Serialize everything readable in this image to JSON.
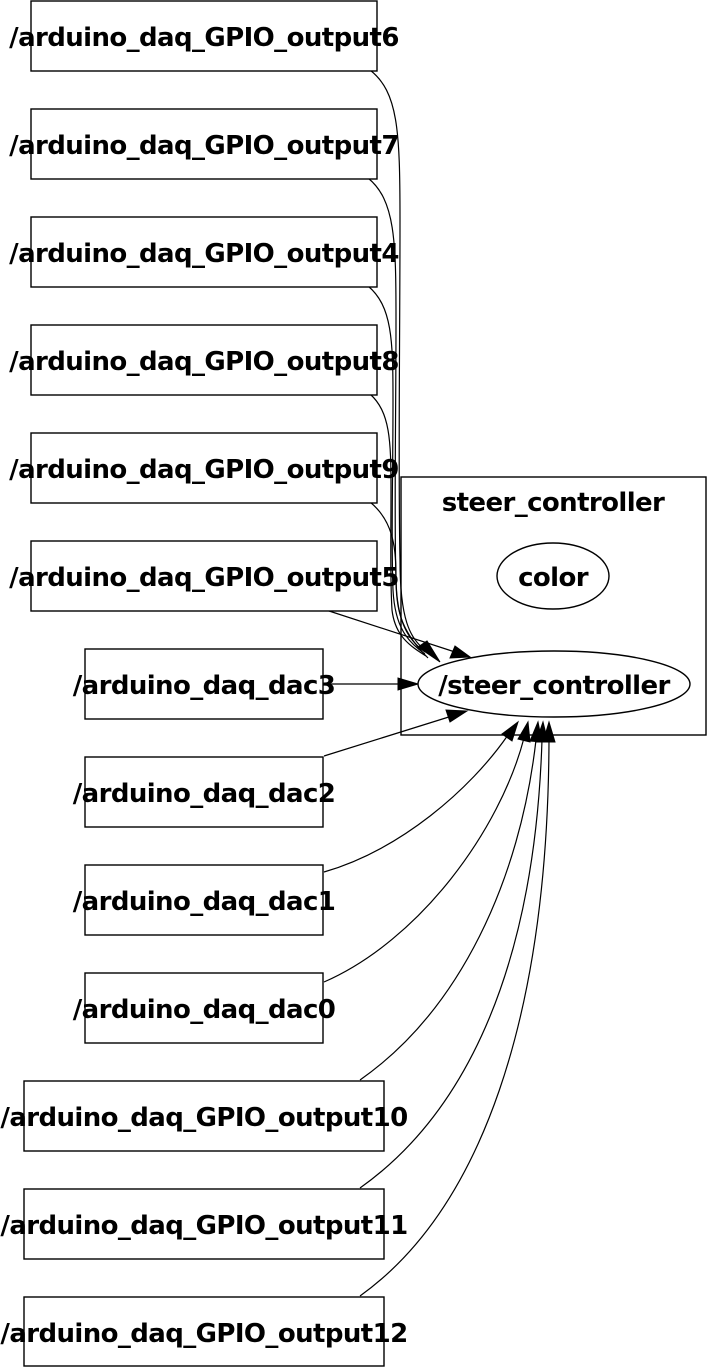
{
  "graph": {
    "cluster": {
      "label": "steer_controller"
    },
    "nodes": {
      "gpio6": "/arduino_daq_GPIO_output6",
      "gpio7": "/arduino_daq_GPIO_output7",
      "gpio4": "/arduino_daq_GPIO_output4",
      "gpio8": "/arduino_daq_GPIO_output8",
      "gpio9": "/arduino_daq_GPIO_output9",
      "gpio5": "/arduino_daq_GPIO_output5",
      "dac3": "/arduino_daq_dac3",
      "dac2": "/arduino_daq_dac2",
      "dac1": "/arduino_daq_dac1",
      "dac0": "/arduino_daq_dac0",
      "gpio10": "/arduino_daq_GPIO_output10",
      "gpio11": "/arduino_daq_GPIO_output11",
      "gpio12": "/arduino_daq_GPIO_output12",
      "color": "color",
      "steer": "/steer_controller"
    },
    "edges": [
      {
        "from": "gpio6",
        "to": "steer"
      },
      {
        "from": "gpio7",
        "to": "steer"
      },
      {
        "from": "gpio4",
        "to": "steer"
      },
      {
        "from": "gpio8",
        "to": "steer"
      },
      {
        "from": "gpio9",
        "to": "steer"
      },
      {
        "from": "gpio5",
        "to": "steer"
      },
      {
        "from": "dac3",
        "to": "steer"
      },
      {
        "from": "dac2",
        "to": "steer"
      },
      {
        "from": "dac1",
        "to": "steer"
      },
      {
        "from": "dac0",
        "to": "steer"
      },
      {
        "from": "gpio10",
        "to": "steer"
      },
      {
        "from": "gpio11",
        "to": "steer"
      },
      {
        "from": "gpio12",
        "to": "steer"
      }
    ]
  }
}
